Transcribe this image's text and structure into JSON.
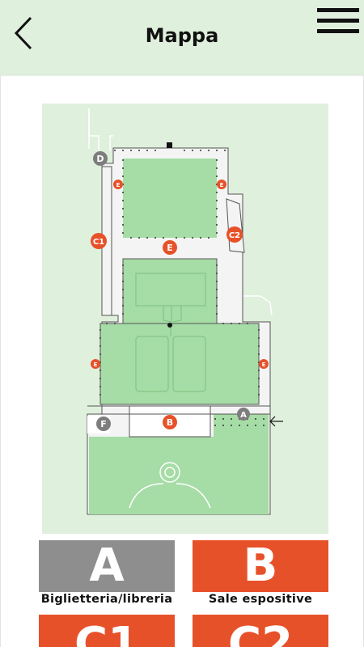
{
  "header": {
    "title": "Mappa",
    "back_icon": "chevron-left-icon",
    "menu_icon": "hamburger-menu-icon",
    "background": "#dff0dc"
  },
  "map": {
    "background": "#dff0dc",
    "room_color": "#a6dca6",
    "markers": {
      "A": "A",
      "B": "B",
      "C1": "C1",
      "C2": "C2",
      "D": "D",
      "F": "F",
      "E": "E"
    },
    "grey_marker_color": "#7d7d7d",
    "orange_marker_color": "#e7512a",
    "entrance_icon": "arrow-left-icon"
  },
  "legend": [
    {
      "code": "A",
      "label": "Biglietteria/libreria",
      "color": "#8e8e8e"
    },
    {
      "code": "B",
      "label": "Sale espositive",
      "color": "#e7512a"
    },
    {
      "code": "C1",
      "label": "",
      "color": "#e7512a"
    },
    {
      "code": "C2",
      "label": "",
      "color": "#e7512a"
    }
  ]
}
